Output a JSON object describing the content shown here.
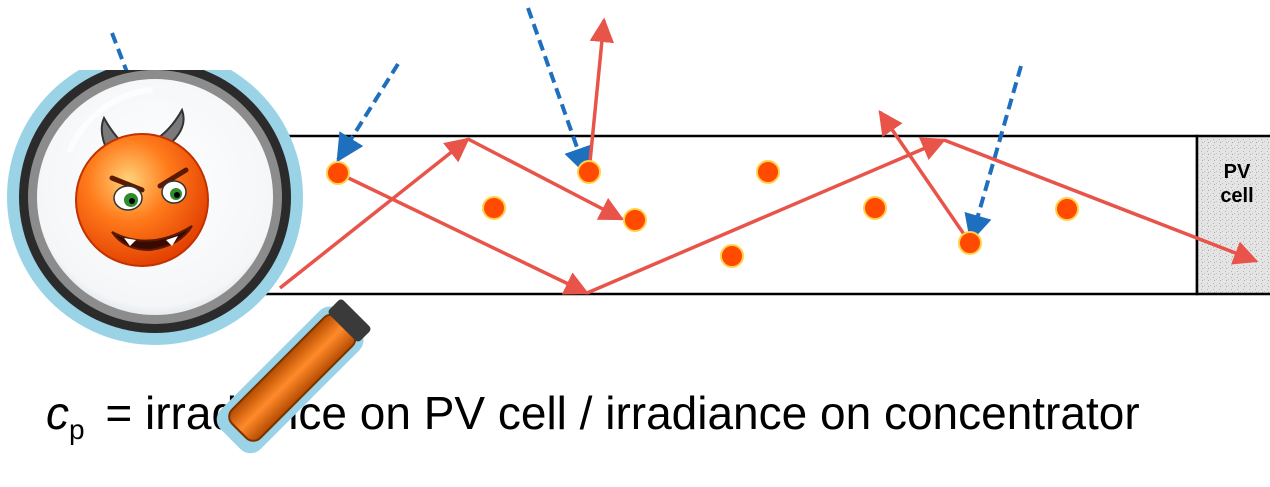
{
  "diagram": {
    "pv_cell": {
      "label_line1": "PV",
      "label_line2": "cell"
    }
  },
  "formula": {
    "variable": "c",
    "subscript": "p",
    "text": " = irradiance on PV cell / irradiance on concentrator"
  },
  "colors": {
    "ray": "#e8544a",
    "incident_ray": "#1f6fbf",
    "particle": "#ff4a00",
    "particle_outline": "#ffd24a",
    "concentrator_border": "#000000",
    "pv_cell_fill": "#dcdcdc",
    "magnifier_rim": "#9ad3e6",
    "magnifier_handle": "#e8701a"
  },
  "icons": {
    "magnifier": "magnifying-glass-icon",
    "devil": "devil-face-icon"
  }
}
